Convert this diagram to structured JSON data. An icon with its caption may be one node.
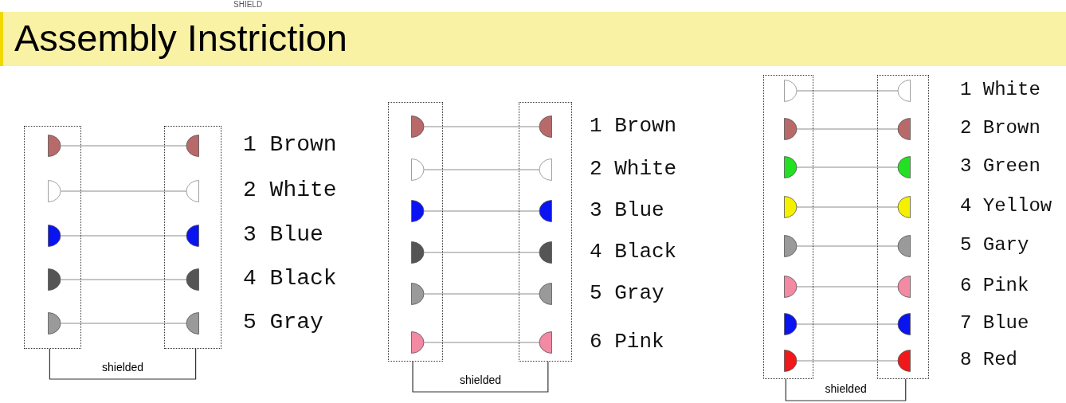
{
  "diagram": {
    "title": "Assembly Instriction",
    "nodes": [
      {
        "text": [],
        "shape": "box"
      },
      {
        "text": [],
        "shape": "semicircle",
        "in": 0
      },
      {
        "text": [],
        "shape": "semicircle",
        "in": 0
      },
      {
        "text": [],
        "shape": "semicircle",
        "in": 0
      },
      {
        "text": [],
        "shape": "semicircle",
        "in": 0
      },
      {
        "text": [],
        "shape": "semicircle",
        "in": 0
      },
      {
        "text": [],
        "shape": "box"
      },
      {
        "text": [],
        "shape": "semicircle",
        "in": 6
      },
      {
        "text": [],
        "shape": "semicircle",
        "in": 6
      },
      {
        "text": [],
        "shape": "semicircle",
        "in": 6
      },
      {
        "text": [],
        "shape": "semicircle",
        "in": 6
      },
      {
        "text": [],
        "shape": "semicircle",
        "in": 6
      },
      {
        "text": [],
        "shape": "box"
      },
      {
        "text": [],
        "shape": "semicircle",
        "in": 12
      },
      {
        "text": [],
        "shape": "semicircle",
        "in": 12
      },
      {
        "text": [],
        "shape": "semicircle",
        "in": 12
      },
      {
        "text": [],
        "shape": "semicircle",
        "in": 12
      },
      {
        "text": [],
        "shape": "semicircle",
        "in": 12
      },
      {
        "text": [],
        "shape": "semicircle",
        "in": 12
      },
      {
        "text": [],
        "shape": "box"
      },
      {
        "text": [],
        "shape": "semicircle",
        "in": 19
      },
      {
        "text": [],
        "shape": "semicircle",
        "in": 19
      },
      {
        "text": [],
        "shape": "semicircle",
        "in": 19
      },
      {
        "text": [],
        "shape": "semicircle",
        "in": 19
      },
      {
        "text": [],
        "shape": "semicircle",
        "in": 19
      },
      {
        "text": [],
        "shape": "semicircle",
        "in": 19
      },
      {
        "text": [],
        "shape": "box"
      },
      {
        "text": [],
        "shape": "semicircle",
        "in": 26
      },
      {
        "text": [],
        "shape": "semicircle",
        "in": 26
      },
      {
        "text": [],
        "shape": "semicircle",
        "in": 26
      },
      {
        "text": [],
        "shape": "semicircle",
        "in": 26
      },
      {
        "text": [],
        "shape": "semicircle",
        "in": 26
      },
      {
        "text": [],
        "shape": "semicircle",
        "in": 26
      },
      {
        "text": [],
        "shape": "semicircle",
        "in": 26
      },
      {
        "text": [],
        "shape": "semicircle",
        "in": 26
      },
      {
        "text": [],
        "shape": "box"
      },
      {
        "text": [],
        "shape": "semicircle",
        "in": 35
      },
      {
        "text": [],
        "shape": "semicircle",
        "in": 35
      },
      {
        "text": [],
        "shape": "semicircle",
        "in": 35
      },
      {
        "text": [],
        "shape": "semicircle",
        "in": 35
      },
      {
        "text": [],
        "shape": "semicircle",
        "in": 35
      },
      {
        "text": [],
        "shape": "semicircle",
        "in": 35
      },
      {
        "text": [],
        "shape": "semicircle",
        "in": 35
      },
      {
        "text": [],
        "shape": "semicircle",
        "in": 35
      }
    ],
    "edges": [
      {
        "from": 1,
        "to": 7,
        "arrow": "none"
      },
      {
        "from": 2,
        "to": 8,
        "arrow": "none"
      },
      {
        "from": 3,
        "to": 9,
        "arrow": "none"
      },
      {
        "from": 4,
        "to": 10,
        "arrow": "none"
      },
      {
        "from": 5,
        "to": 11,
        "arrow": "none"
      },
      {
        "from": 0,
        "to": 6,
        "arrow": "none",
        "label": "shielded",
        "color": "#333333"
      },
      {
        "from": 13,
        "to": 20,
        "arrow": "none"
      },
      {
        "from": 14,
        "to": 21,
        "arrow": "none"
      },
      {
        "from": 15,
        "to": 22,
        "arrow": "none"
      },
      {
        "from": 16,
        "to": 23,
        "arrow": "none"
      },
      {
        "from": 17,
        "to": 24,
        "arrow": "none"
      },
      {
        "from": 18,
        "to": 25,
        "arrow": "none"
      },
      {
        "from": 12,
        "to": 19,
        "arrow": "none",
        "label": "shielded",
        "color": "#333333"
      },
      {
        "from": 27,
        "to": 36,
        "arrow": "none"
      },
      {
        "from": 28,
        "to": 37,
        "arrow": "none"
      },
      {
        "from": 29,
        "to": 38,
        "arrow": "none"
      },
      {
        "from": 30,
        "to": 39,
        "arrow": "none"
      },
      {
        "from": 31,
        "to": 40,
        "arrow": "none"
      },
      {
        "from": 32,
        "to": 41,
        "arrow": "none"
      },
      {
        "from": 33,
        "to": 42,
        "arrow": "none"
      },
      {
        "from": 34,
        "to": 43,
        "arrow": "none"
      },
      {
        "from": 26,
        "to": 35,
        "arrow": "none",
        "label": "shielded",
        "color": "#333333"
      }
    ],
    "labels": [
      "SHIELD",
      "1 Brown",
      "2 White",
      "3 Blue",
      "4 Black",
      "5 Gray",
      "1 Brown",
      "2 White",
      "3 Blue",
      "4 Black",
      "5 Gray",
      "6 Pink",
      "1 White",
      "2 Brown",
      "3 Green",
      "4 Yellow",
      "5 Gary",
      "6 Pink",
      "7 Blue",
      "8 Red"
    ]
  }
}
